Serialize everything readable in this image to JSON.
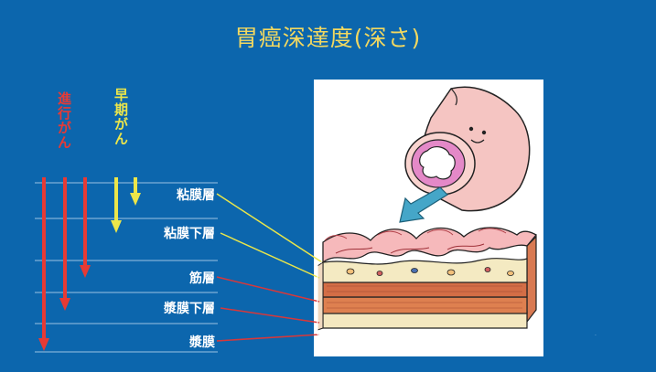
{
  "title": "胃癌深達度(深さ)",
  "labels": {
    "advanced": "進行がん",
    "early": "早期がん"
  },
  "layers": [
    {
      "name": "粘膜層"
    },
    {
      "name": "粘膜下層"
    },
    {
      "name": "筋層"
    },
    {
      "name": "漿膜下層"
    },
    {
      "name": "漿膜"
    }
  ],
  "colors": {
    "background": "#0c66ad",
    "title": "#f2d860",
    "advanced": "#e73a35",
    "early": "#ece64a",
    "mucosa_leader": "#eae64a",
    "deep_leader": "#d8383a"
  },
  "icons": {
    "stomach": "stomach-illustration",
    "cross_section": "stomach-wall-cross-section",
    "pointer": "arrow-down-left-icon"
  }
}
